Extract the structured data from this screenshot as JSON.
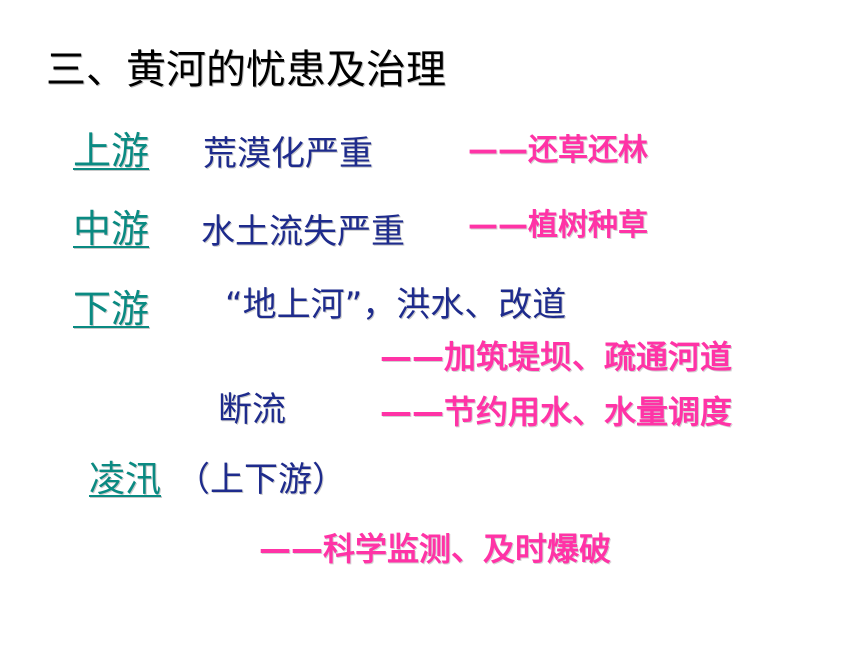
{
  "slide": {
    "heading": "三、黄河的忧患及治理",
    "sections": [
      {
        "label": "上游",
        "problem": "荒漠化严重",
        "measure": "——还草还林"
      },
      {
        "label": "中游",
        "problem": "水土流失严重",
        "measure": "——植树种草"
      },
      {
        "label": "下游",
        "problem": "“地上河”，洪水、改道",
        "measure": "——加筑堤坝、疏通河道",
        "problem2": "断流",
        "measure2": "——节约用水、水量调度"
      },
      {
        "label": "凌汛",
        "note": "（上下游）",
        "measure": "——科学监测、及时爆破"
      }
    ],
    "colors": {
      "link": "#0a8a82",
      "problem_text": "#1e2b8c",
      "measure_text": "#ff33a6",
      "heading_text": "#000000"
    }
  }
}
